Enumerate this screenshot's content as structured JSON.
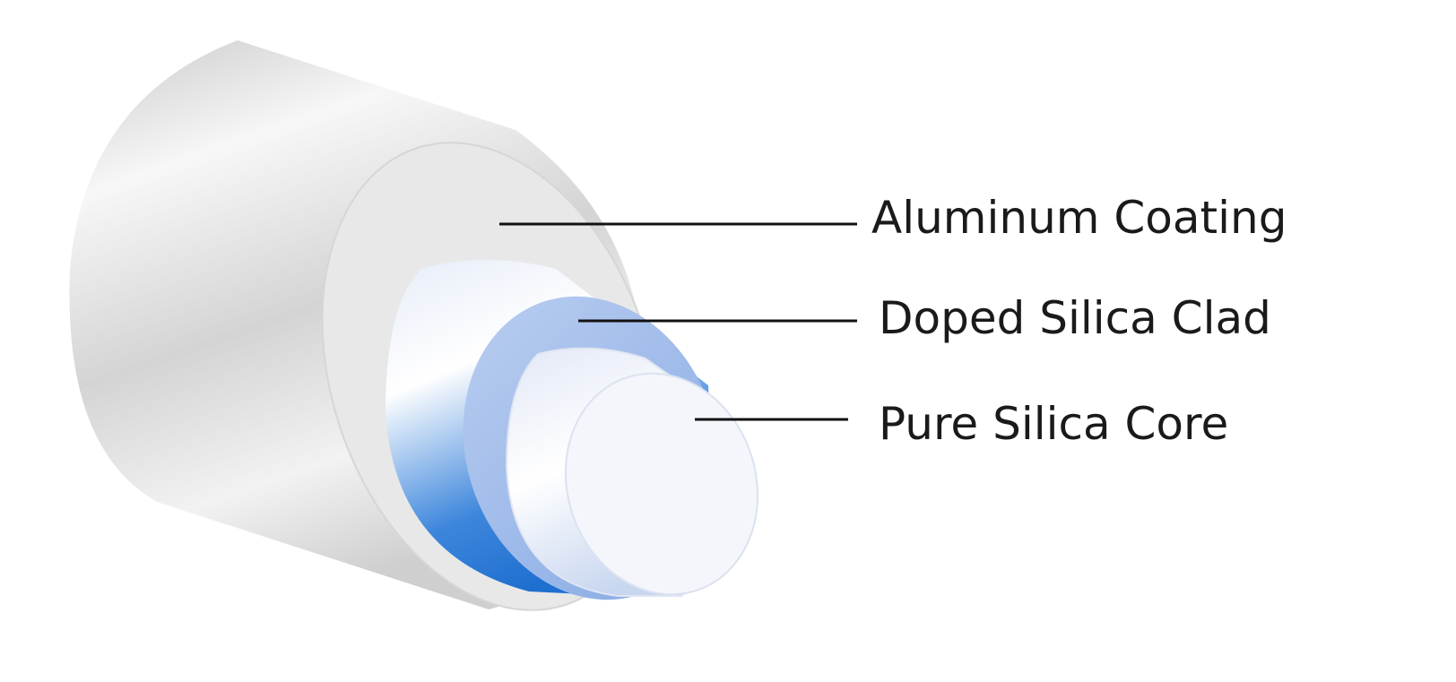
{
  "labels": {
    "aluminum": "Aluminum Coating",
    "clad": "Doped Silica Clad",
    "core": "Pure Silica Core"
  },
  "colors": {
    "coating": "#e6e6e6",
    "clad_blue": "#2f7ad6",
    "core": "#f2f5fb",
    "text": "#1a1a1a"
  }
}
